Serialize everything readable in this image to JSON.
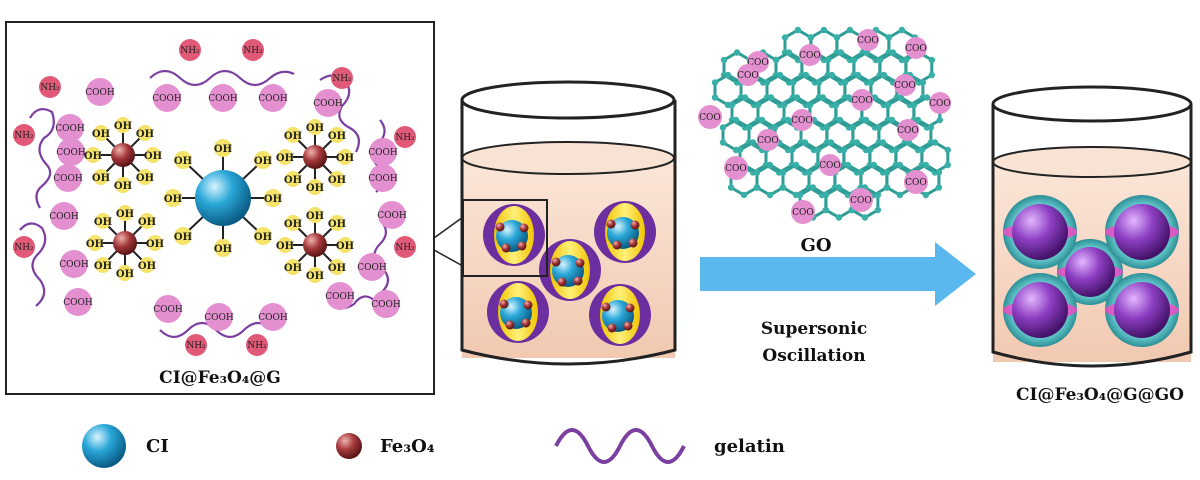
{
  "labels": {
    "composite_left": "CI@Fe₃O₄@G",
    "composite_right": "CI@Fe₃O₄@G@GO",
    "go": "GO",
    "process_line1": "Supersonic",
    "process_line2": "Oscillation"
  },
  "groups": {
    "oh": "OH",
    "nh2": "NH₂",
    "cooh": "COOH",
    "coo": "COO"
  },
  "legend": [
    {
      "name": "CI"
    },
    {
      "name": "Fe₃O₄"
    },
    {
      "name": "gelatin"
    }
  ],
  "colors": {
    "ci_sphere": "#2aa7d8",
    "fe3o4_sphere": "#a5393b",
    "hydroxyl_circle": "#f5e36a",
    "carboxyl_circle": "#e48fcf",
    "amine_circle": "#e05a78",
    "gelatin": "#7b3fa1",
    "graphene_oxide": "#2f9c95",
    "liquid": "#f7dccb",
    "arrow": "#5ab8ef",
    "composite_core": "#8d3fc2"
  }
}
